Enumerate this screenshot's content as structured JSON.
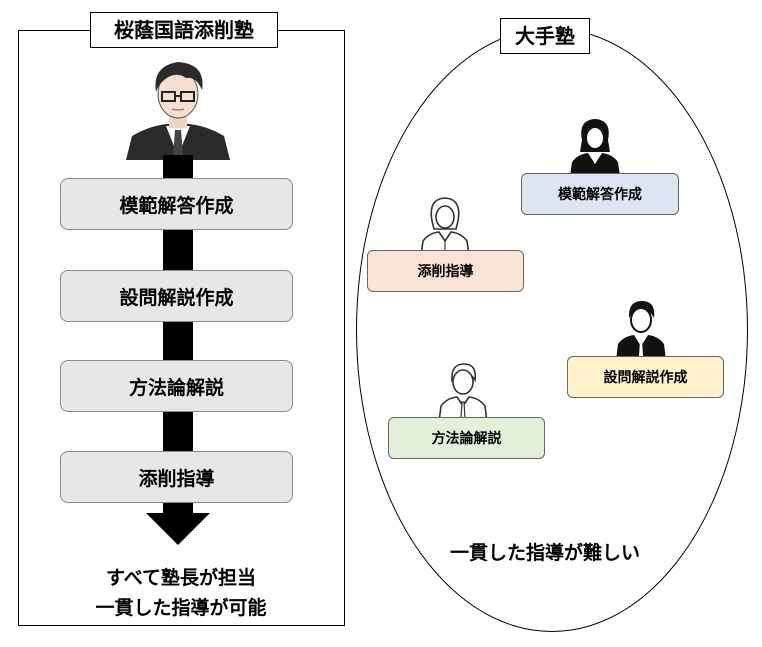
{
  "left": {
    "title": "桜蔭国語添削塾",
    "steps": [
      "模範解答作成",
      "設問解説作成",
      "方法論解説",
      "添削指導"
    ],
    "summary_line1": "すべて塾長が担当",
    "summary_line2": "一貫した指導が可能"
  },
  "right": {
    "title": "大手塾",
    "roles": {
      "model_answer": "模範解答作成",
      "tensaku": "添削指導",
      "setsumon": "設問解説作成",
      "houhou": "方法論解説"
    },
    "caption": "一貫した指導が難しい"
  },
  "icons": {
    "teacher": "teacher-portrait-icon",
    "woman_suit": "woman-suit-icon",
    "woman_outline": "woman-outline-icon",
    "man_suit": "man-suit-icon",
    "man_outline": "man-outline-icon"
  },
  "colors": {
    "step_fill": "#e7e7e7",
    "arrow": "#000000",
    "role_blue": "#dde4f3",
    "role_orange": "#fbe3d6",
    "role_yellow": "#fff2cc",
    "role_green": "#e2efd9"
  }
}
